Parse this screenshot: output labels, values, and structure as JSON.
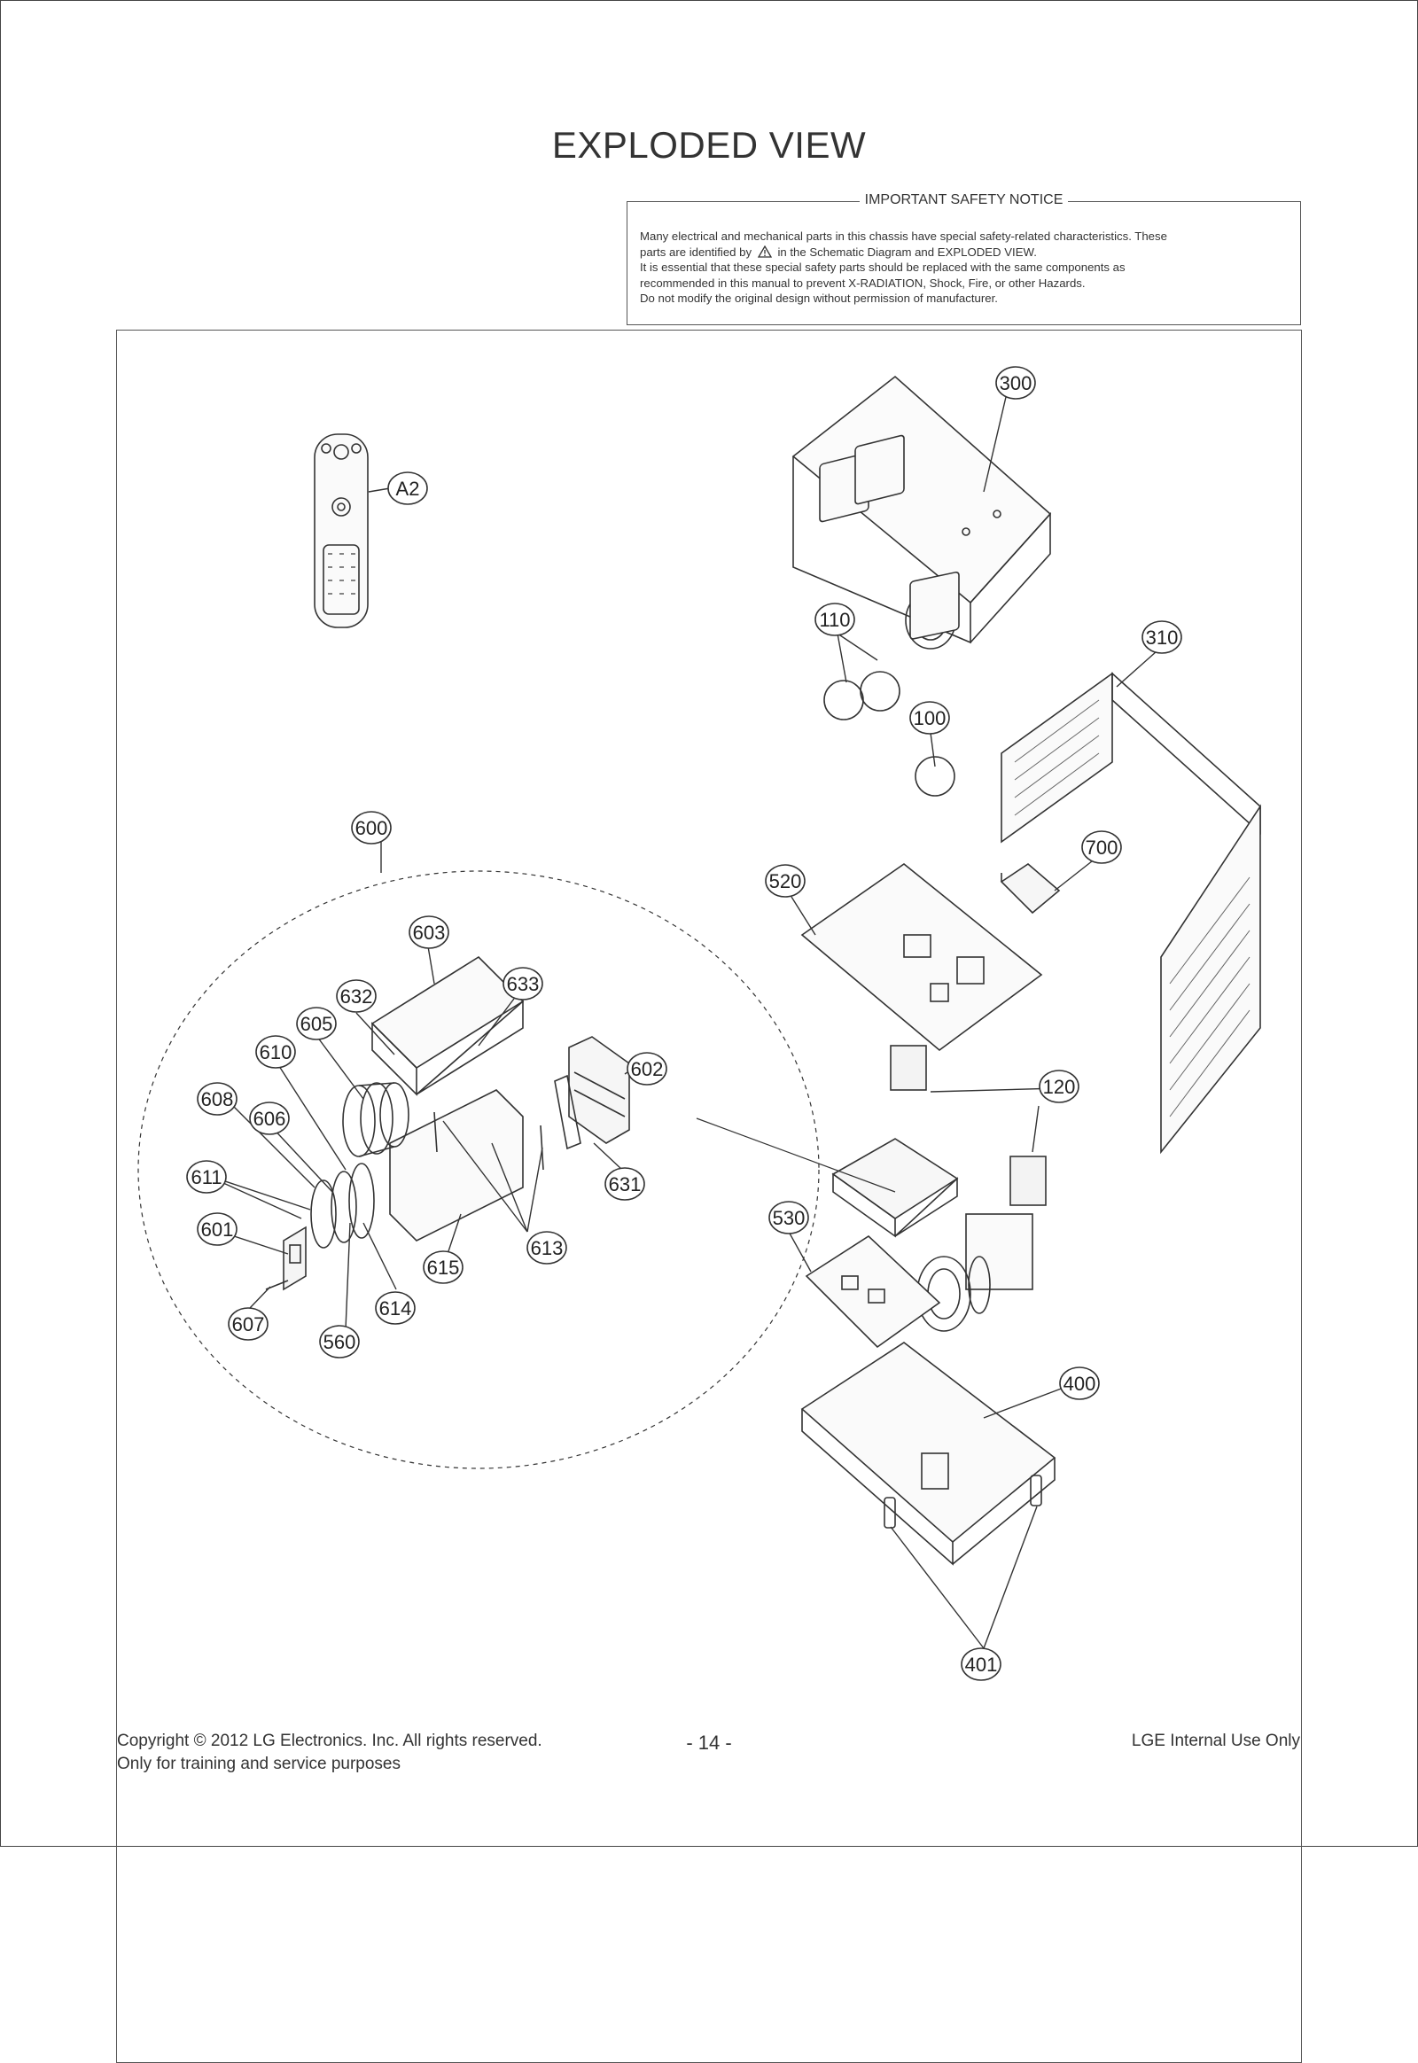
{
  "title": "EXPLODED VIEW",
  "notice": {
    "heading": "IMPORTANT SAFETY NOTICE",
    "line1": "Many electrical and mechanical parts in this chassis have special safety-related characteristics. These",
    "line2_pre": "parts are identified by",
    "warning_icon": "warning-triangle-icon",
    "line2_post": "in the Schematic Diagram and EXPLODED VIEW.",
    "line3": "It is essential that these special safety parts should be replaced with the same components as",
    "line4": "recommended in this manual to prevent X-RADIATION, Shock, Fire, or other Hazards.",
    "line5": "Do not modify the original design without permission of manufacturer."
  },
  "callouts": {
    "c300": "300",
    "cA2": "A2",
    "c110": "110",
    "c310": "310",
    "c100": "100",
    "c600": "600",
    "c700": "700",
    "c520": "520",
    "c603": "603",
    "c633": "633",
    "c632": "632",
    "c605": "605",
    "c610": "610",
    "c602": "602",
    "c608": "608",
    "c606": "606",
    "c120": "120",
    "c611": "611",
    "c631": "631",
    "c530": "530",
    "c601": "601",
    "c613": "613",
    "c615": "615",
    "c614": "614",
    "c607": "607",
    "c560": "560",
    "c400": "400",
    "c401": "401"
  },
  "footer": {
    "copyright": "Copyright  © 2012  LG Electronics. Inc. All rights reserved.",
    "purpose": "Only for training and service purposes",
    "page_number": "- 14 -",
    "internal": "LGE Internal Use Only"
  }
}
